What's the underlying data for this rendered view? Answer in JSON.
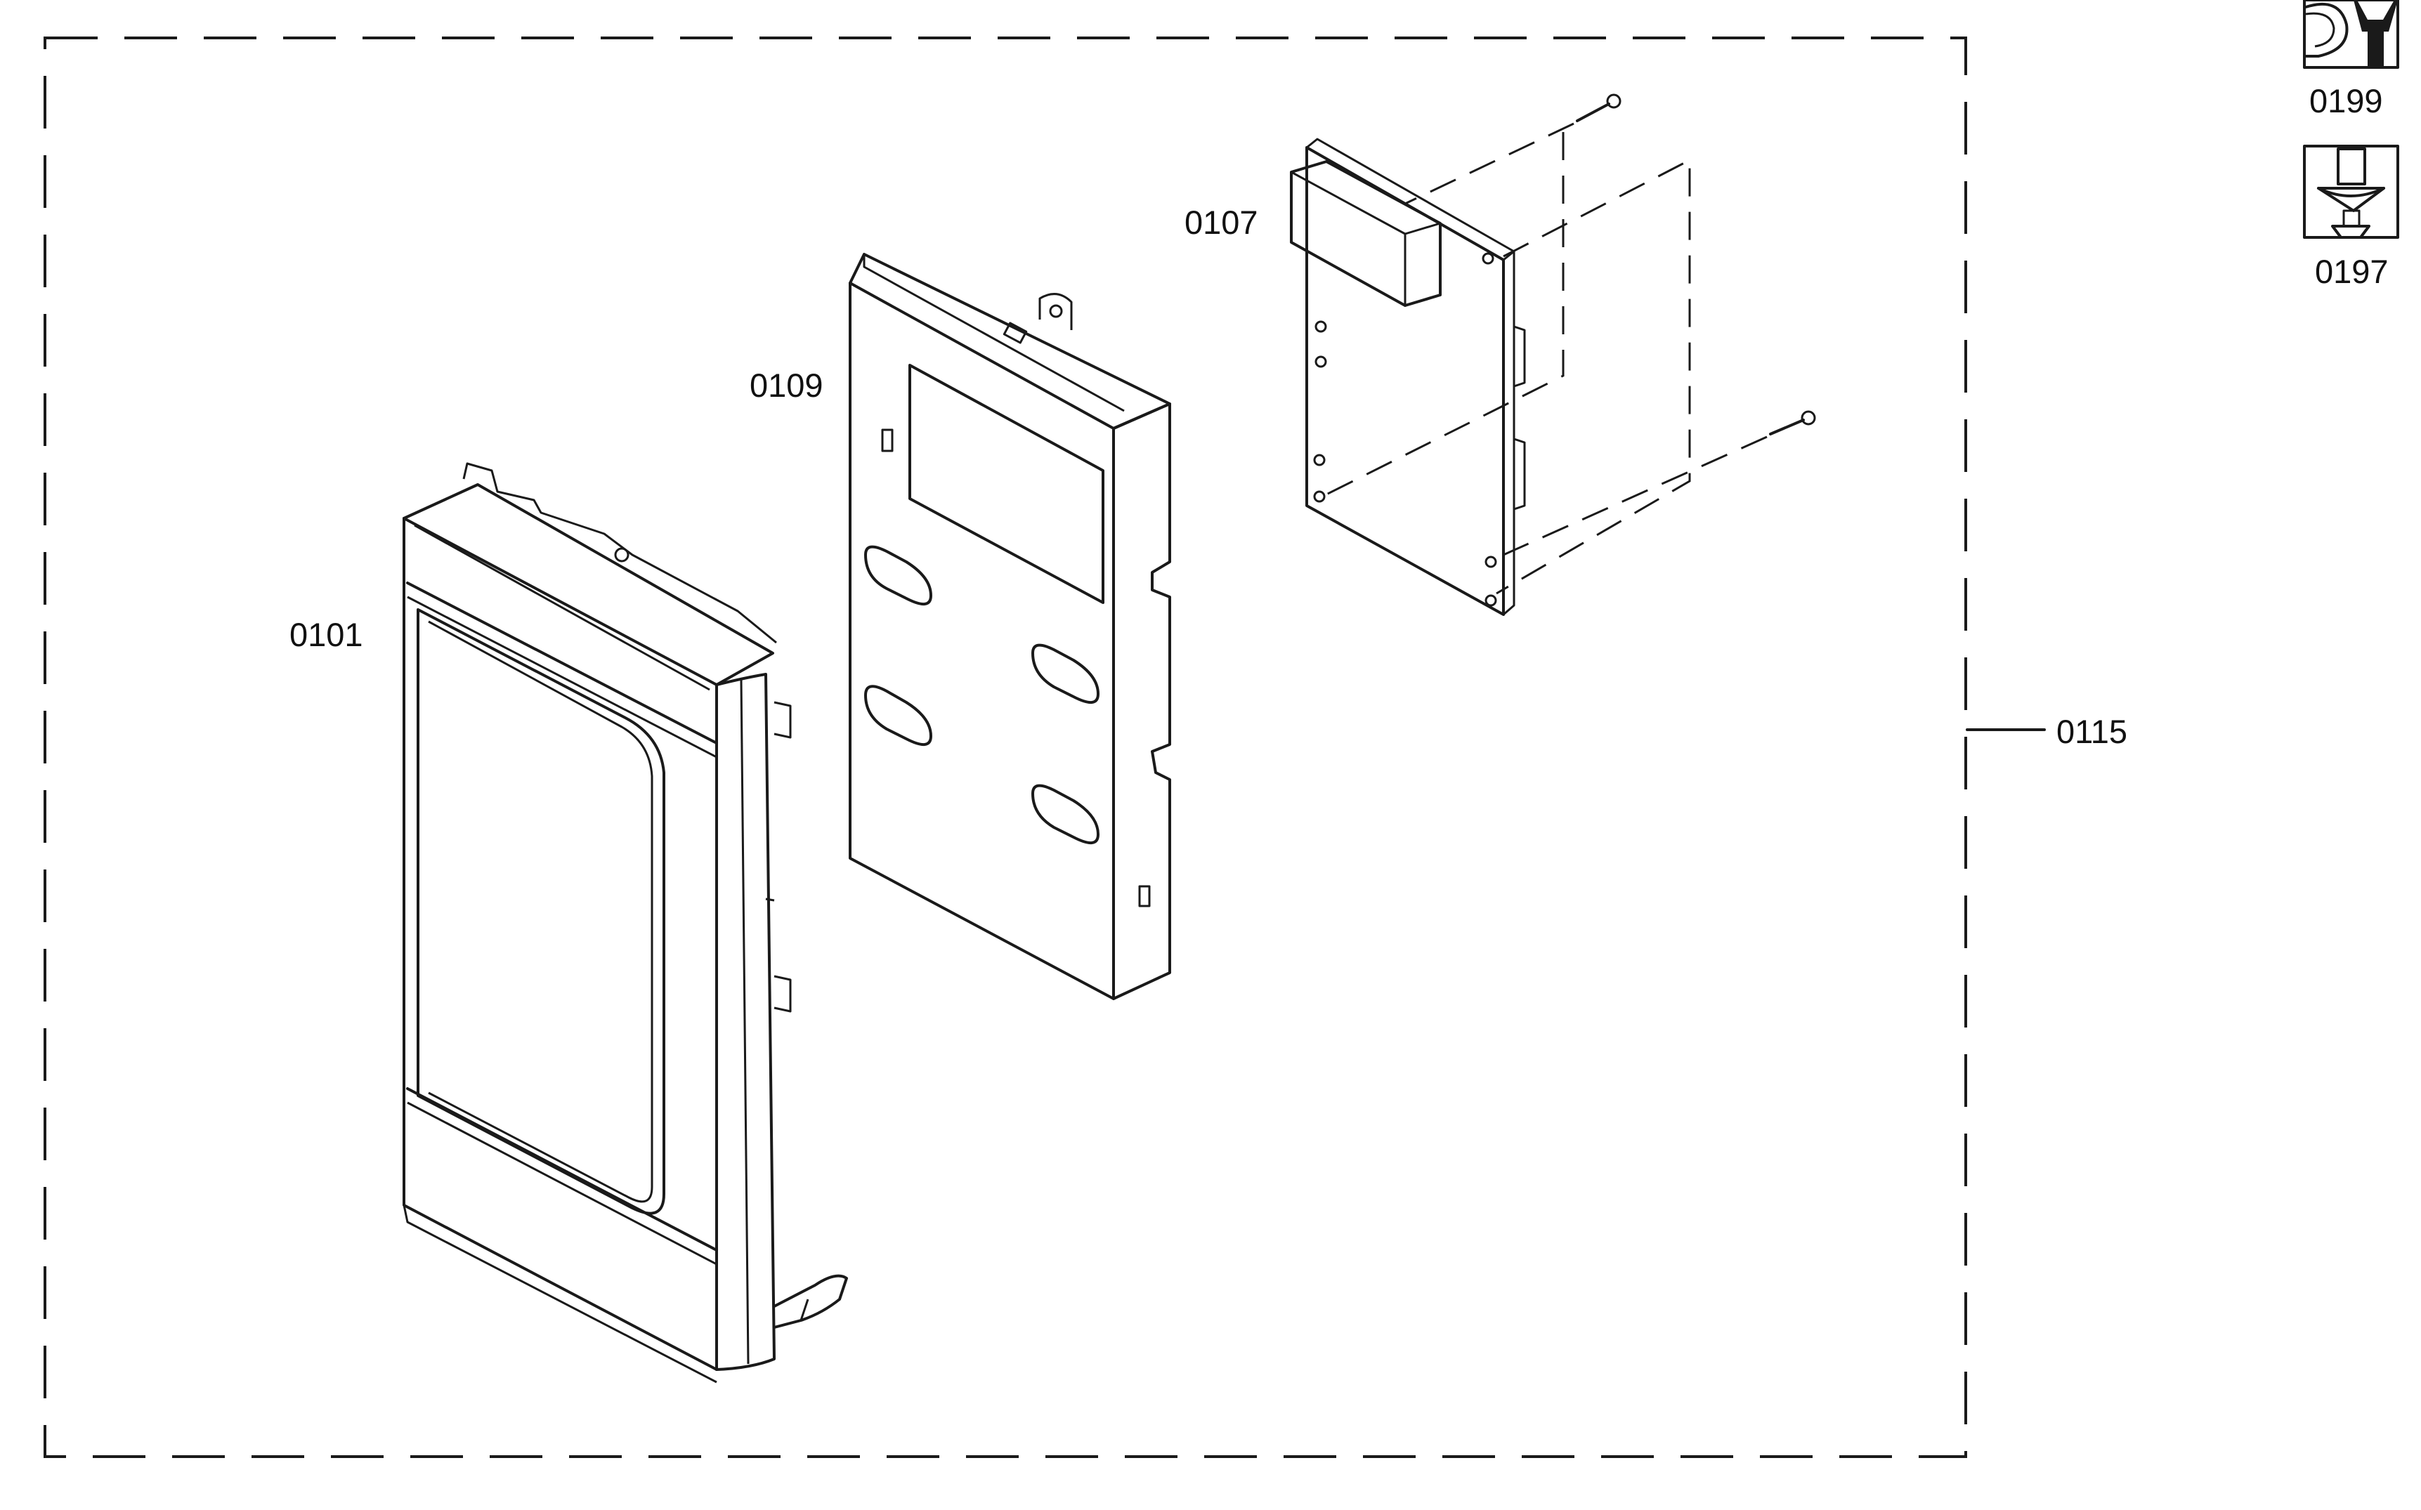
{
  "parts": {
    "door_assembly": "0101",
    "inner_frame": "0109",
    "control_board": "0107",
    "control_assembly": "0115"
  },
  "tools": {
    "wrench_tool": "0199",
    "screwdriver_tool": "0197"
  },
  "colors": {
    "line": "#1a1a1a",
    "background": "#ffffff"
  }
}
